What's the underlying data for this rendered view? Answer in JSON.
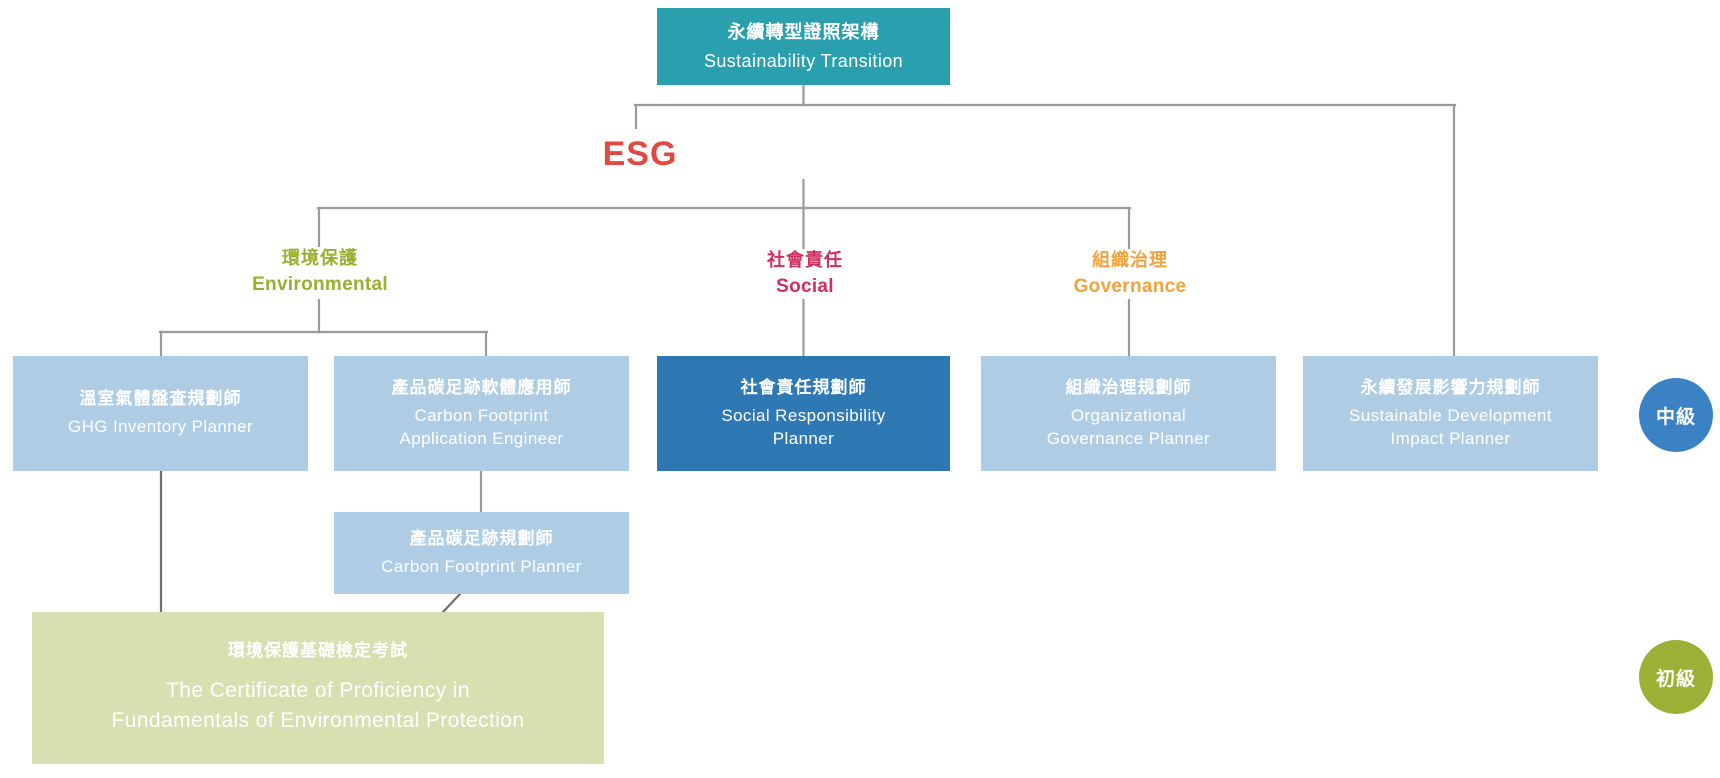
{
  "diagram": {
    "title_zh": "永續轉型證照架構",
    "title_en": "Sustainability Transition",
    "esg_label": "ESG",
    "colors": {
      "root": "#2a9fad",
      "esg": "#e04a43",
      "environmental": "#9cae2f",
      "social": "#cf2f5f",
      "governance": "#f0a33d",
      "cert_light": "#aecde4",
      "cert_dark": "#2e78b4",
      "exam_green": "#d8e0b1",
      "badge_intermediate": "#3b82c4",
      "badge_basic": "#9cb035",
      "connector": "#9a9a9a"
    }
  },
  "pillars": [
    {
      "id": "environmental",
      "zh": "環境保護",
      "en": "Environmental"
    },
    {
      "id": "social",
      "zh": "社會責任",
      "en": "Social"
    },
    {
      "id": "governance",
      "zh": "組織治理",
      "en": "Governance"
    }
  ],
  "certificates": [
    {
      "id": "ghg-inventory-planner",
      "zh": "溫室氣體盤查規劃師",
      "en": "GHG Inventory Planner",
      "pillar": "environmental",
      "level": "中級"
    },
    {
      "id": "carbon-footprint-application-engineer",
      "zh": "產品碳足跡軟體應用師",
      "en": "Carbon Footprint\nApplication Engineer",
      "en_line1": "Carbon Footprint",
      "en_line2": "Application Engineer",
      "pillar": "environmental",
      "level": "中級"
    },
    {
      "id": "carbon-footprint-planner",
      "zh": "產品碳足跡規劃師",
      "en": "Carbon Footprint Planner",
      "pillar": "environmental",
      "level": "中級"
    },
    {
      "id": "social-responsibility-planner",
      "zh": "社會責任規劃師",
      "en": "Social Responsibility\nPlanner",
      "en_line1": "Social Responsibility",
      "en_line2": "Planner",
      "pillar": "social",
      "level": "中級",
      "highlighted": true
    },
    {
      "id": "organizational-governance-planner",
      "zh": "組織治理規劃師",
      "en": "Organizational\nGovernance Planner",
      "en_line1": "Organizational",
      "en_line2": "Governance Planner",
      "pillar": "governance",
      "level": "中級"
    },
    {
      "id": "sustainable-development-impact-planner",
      "zh": "永續發展影響力規劃師",
      "en": "Sustainable Development\nImpact Planner",
      "en_line1": "Sustainable Development",
      "en_line2": "Impact Planner",
      "pillar": "root",
      "level": "中級"
    }
  ],
  "exam": {
    "id": "environmental-protection-fundamentals-exam",
    "zh": "環境保護基礎檢定考試",
    "en_line1": "The Certificate of Proficiency in",
    "en_line2": "Fundamentals of Environmental Protection",
    "level": "初級"
  },
  "badges": [
    {
      "id": "intermediate",
      "label": "中級"
    },
    {
      "id": "basic",
      "label": "初級"
    }
  ]
}
